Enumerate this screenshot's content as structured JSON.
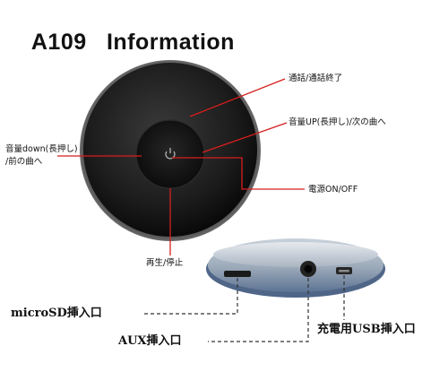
{
  "title": {
    "model": "A109",
    "word": "Information"
  },
  "labels": {
    "call": "通話/通話終了",
    "vol_up": "音量UP(長押し)/次の曲へ",
    "vol_down_line1": "音量down(長押し)",
    "vol_down_line2": "/前の曲へ",
    "power": "電源ON/OFF",
    "play": "再生/停止",
    "microsd": "microSD挿入口",
    "aux": "AUX挿入口",
    "usb": "充電用USB挿入口"
  },
  "colors": {
    "callout_red": "#d81e1e",
    "callout_dark": "#333333",
    "device_body": "#1a1a1a",
    "button_face": "#111111",
    "base_blue": "#8aa0c0"
  }
}
